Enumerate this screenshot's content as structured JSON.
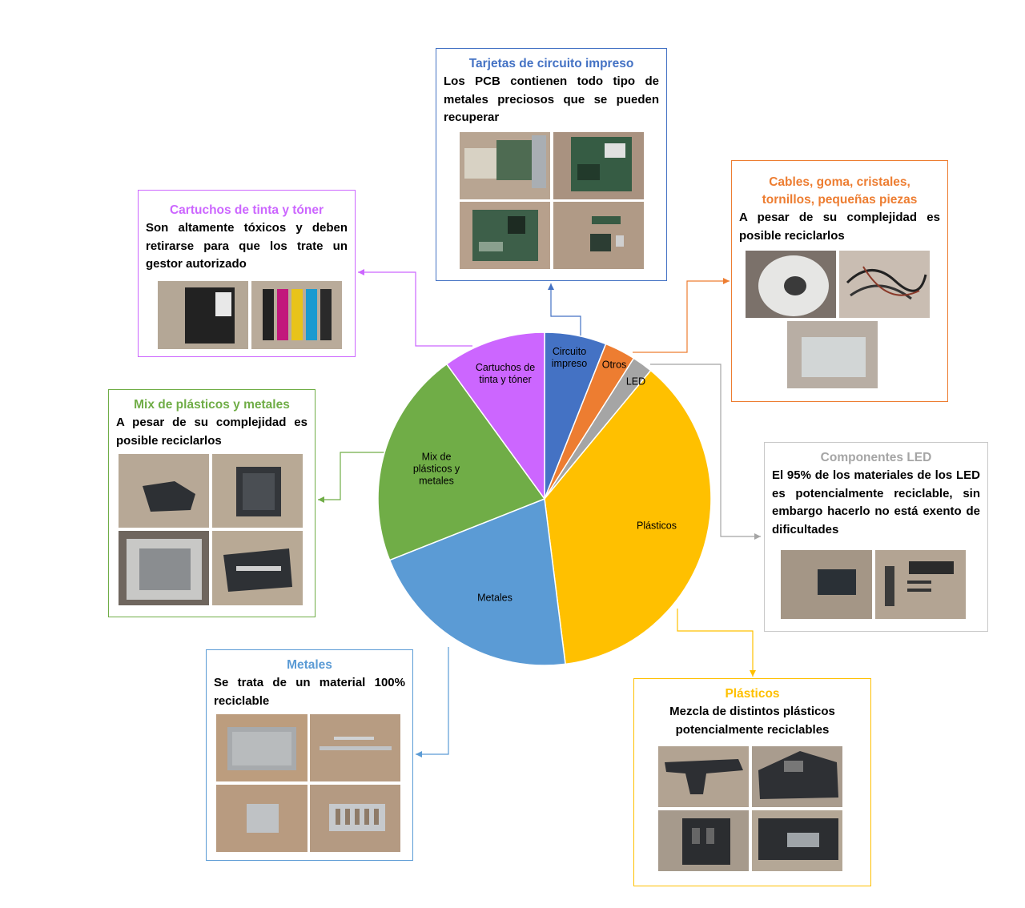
{
  "chart_data": {
    "type": "pie",
    "title": "",
    "slices": [
      {
        "label": "Circuito impreso",
        "value": 6,
        "color": "#4472C4"
      },
      {
        "label": "Otros",
        "value": 3,
        "color": "#ED7D31"
      },
      {
        "label": "LED",
        "value": 2,
        "color": "#A5A5A5"
      },
      {
        "label": "Plásticos",
        "value": 37,
        "color": "#FFC000"
      },
      {
        "label": "Metales",
        "value": 21,
        "color": "#5B9BD5"
      },
      {
        "label": "Mix de plásticos y metales",
        "value": 21,
        "color": "#70AD47"
      },
      {
        "label": "Cartuchos de tinta y tóner",
        "value": 10,
        "color": "#CC66FF"
      }
    ],
    "slice_labels": [
      [
        "Circuito",
        "impreso"
      ],
      [
        "Otros"
      ],
      [
        "LED"
      ],
      [
        "Plásticos"
      ],
      [
        "Metales"
      ],
      [
        "Mix de",
        "plásticos y",
        "metales"
      ],
      [
        "Cartuchos de",
        "tinta y tóner"
      ]
    ]
  },
  "panels": {
    "pcb": {
      "title": "Tarjetas de circuito impreso",
      "text": "Los PCB contienen todo tipo de metales preciosos que se pueden recuperar",
      "color": "#4472C4"
    },
    "otros": {
      "title_line1": "Cables, goma, cristales,",
      "title_line2": "tornillos, pequeñas piezas",
      "text": "A pesar de su complejidad es posible reciclarlos",
      "color": "#ED7D31"
    },
    "led": {
      "title": "Componentes LED",
      "text": "El 95% de los materiales de los LED es potencialmente reciclable, sin embargo hacerlo no está exento de dificultades",
      "color": "#A5A5A5"
    },
    "plasticos": {
      "title": "Plásticos",
      "text_line1": "Mezcla de distintos plásticos",
      "text_line2": "potencialmente reciclables",
      "color": "#FFC000"
    },
    "metales": {
      "title": "Metales",
      "text": "Se trata de un material 100% reciclable",
      "color": "#5B9BD5"
    },
    "mix": {
      "title": "Mix de plásticos y metales",
      "text": "A pesar de su complejidad es posible reciclarlos",
      "color": "#70AD47"
    },
    "cartuchos": {
      "title": "Cartuchos de tinta y tóner",
      "text": "Son altamente tóxicos y deben retirarse para que los trate un gestor autorizado",
      "color": "#CC66FF"
    }
  }
}
